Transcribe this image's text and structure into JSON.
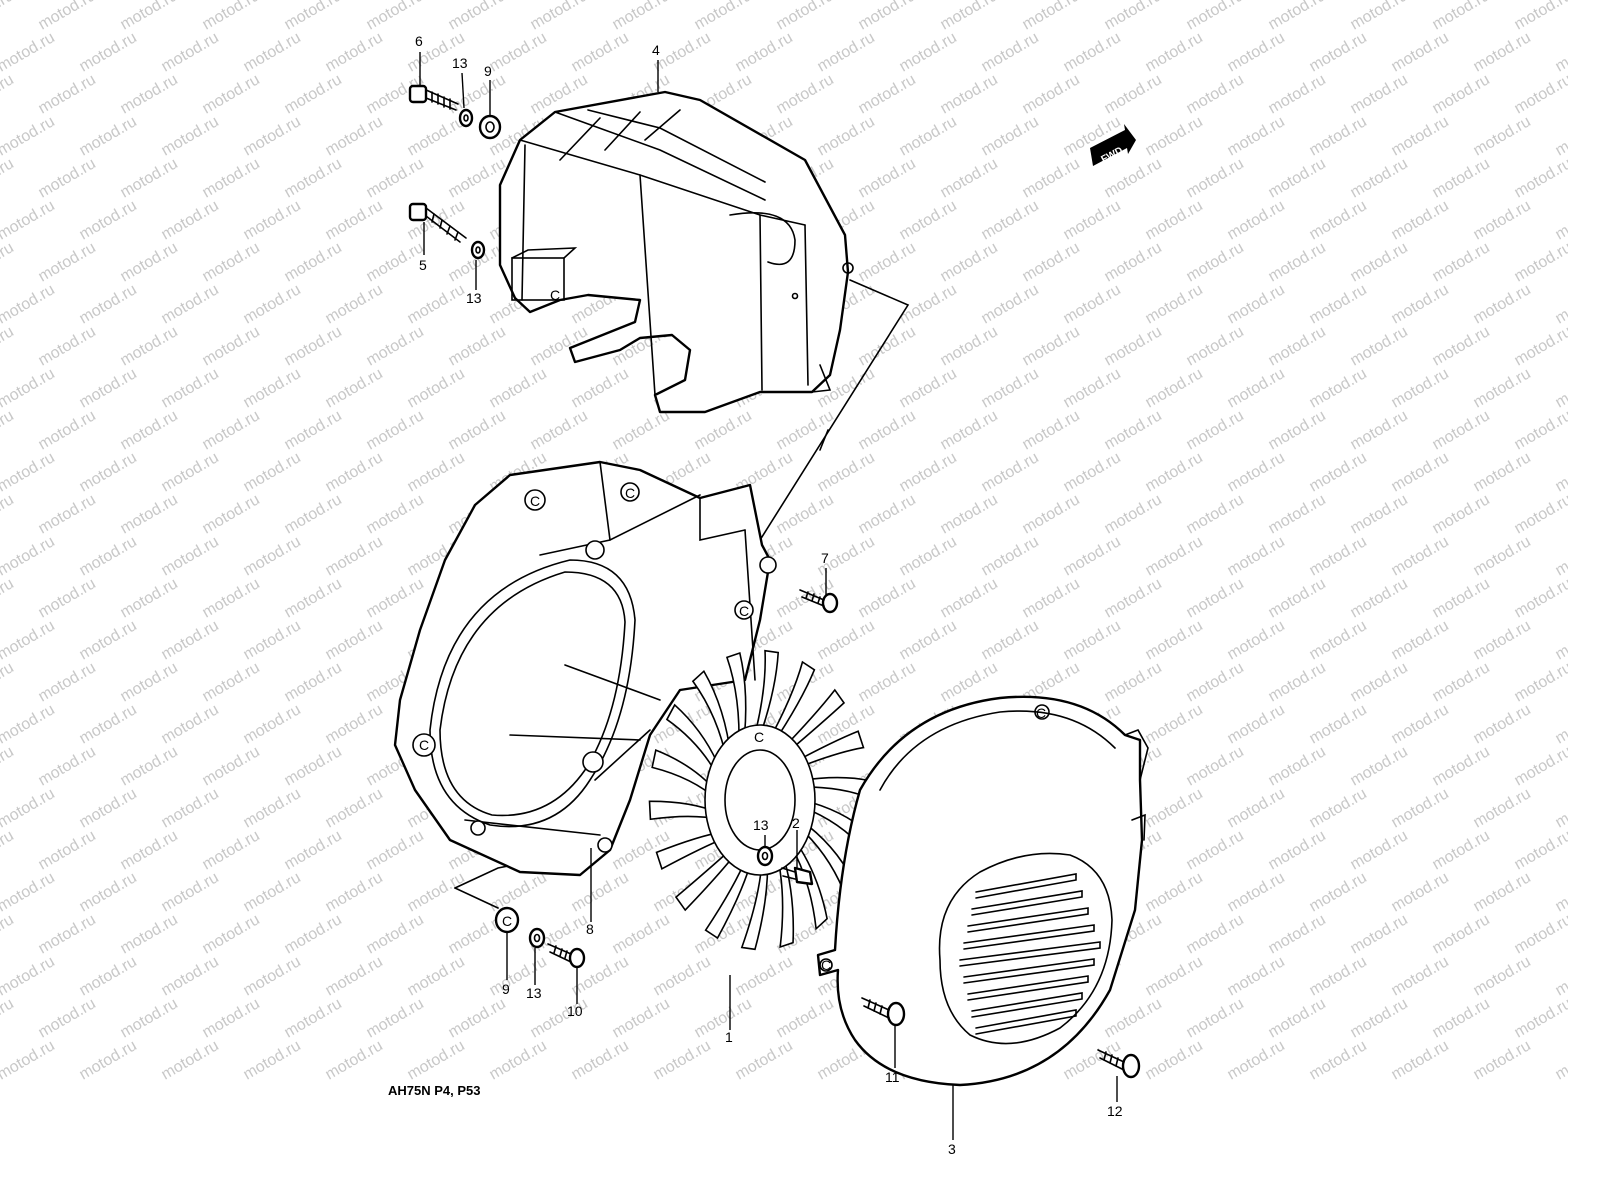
{
  "model_label": "AH75N P4, P53",
  "watermark": "motod.ru",
  "fwd_label": "FWD",
  "callouts": {
    "c1": "1",
    "c2": "2",
    "c3": "3",
    "c4": "4",
    "c5": "5",
    "c6": "6",
    "c7": "7",
    "c8": "8",
    "c9a": "9",
    "c9b": "9",
    "c10": "10",
    "c11": "11",
    "c12": "12",
    "c13a": "13",
    "c13b": "13",
    "c13c": "13",
    "c13d": "13"
  },
  "colors": {
    "line": "#000000",
    "watermark": "#c8c8c8",
    "background": "#ffffff"
  }
}
